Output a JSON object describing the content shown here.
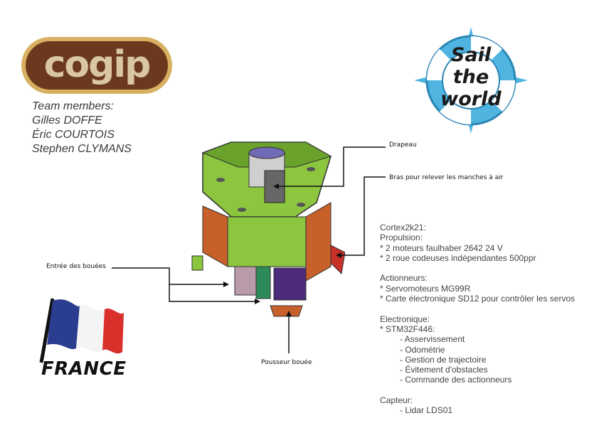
{
  "logos": {
    "cogip": "cogip",
    "sail_the_world": [
      "Sail",
      "the",
      "world"
    ]
  },
  "team": {
    "heading": "Team members:",
    "members": [
      "Gilles DOFFE",
      "Éric COURTOIS",
      "Stephen CLYMANS"
    ]
  },
  "annotations": {
    "flag": "Drapeau",
    "arm": "Bras pour relever les manches à air",
    "buoy_entry": "Entrée des bouées",
    "buoy_pusher": "Pousseur bouée"
  },
  "specs": {
    "title": "Cortex2k21:",
    "propulsion": {
      "heading": "Propulsion:",
      "items": [
        "* 2 moteurs faulhaber 2642 24 V",
        "* 2 roue codeuses indépendantes 500ppr"
      ]
    },
    "actuators": {
      "heading": "Actionneurs:",
      "items": [
        "* Servomoteurs MG99R",
        "* Carte électronique SD12 pour contrôler les servos"
      ]
    },
    "electronics": {
      "heading": "Electronique:",
      "mcu": "* STM32F446:",
      "items": [
        "- Asservissement",
        "- Odométrie",
        "- Gestion de trajectoire",
        "- Évitement d'obstacles",
        "- Commande des actionneurs"
      ]
    },
    "sensor": {
      "heading": "Capteur:",
      "items": [
        "- Lidar LDS01"
      ]
    }
  },
  "country": "FRANCE",
  "colors": {
    "cogip_brown": "#6b3a1e",
    "cogip_gold": "#d8b062",
    "sail_blue": "#4fb4e0",
    "flag_blue": "#2a3d8f",
    "flag_red": "#d9302c",
    "robot_green": "#8cc63f",
    "robot_orange": "#c8602a"
  }
}
